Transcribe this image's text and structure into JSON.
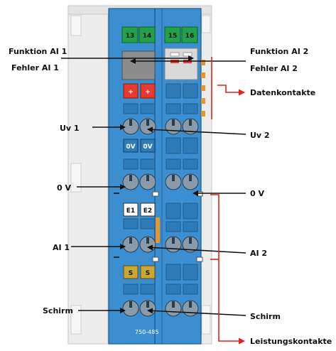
{
  "diagram": {
    "terminal_numbers": [
      "13",
      "14",
      "15",
      "16"
    ],
    "module_id": "750-485",
    "led_labels": [
      "+",
      "+"
    ],
    "marker_0v": [
      "0V",
      "0V"
    ],
    "marker_e": [
      "E1",
      "E2"
    ],
    "marker_s": [
      "S",
      "S"
    ],
    "labels_left": {
      "funktion_ai1": "Funktion AI 1",
      "fehler_ai1": "Fehler AI 1",
      "uv1": "Uv 1",
      "zero_v": "0 V",
      "ai1": "AI 1",
      "schirm": "Schirm"
    },
    "labels_right": {
      "funktion_ai2": "Funktion AI 2",
      "fehler_ai2": "Fehler AI 2",
      "datenkontakte": "Datenkontakte",
      "uv2": "Uv 2",
      "zero_v": "0 V",
      "ai2": "AI 2",
      "schirm": "Schirm",
      "leistungskontakte": "Leistungskontakte"
    },
    "colors": {
      "module_blue": "#3b8fd0",
      "terminal_green": "#22a04a",
      "led_red": "#e43a2f",
      "marker_yellow": "#c8a832",
      "contact_orange": "#e8962a",
      "arrow_red": "#e0241b",
      "housing_gray": "#e6e6e6"
    }
  }
}
